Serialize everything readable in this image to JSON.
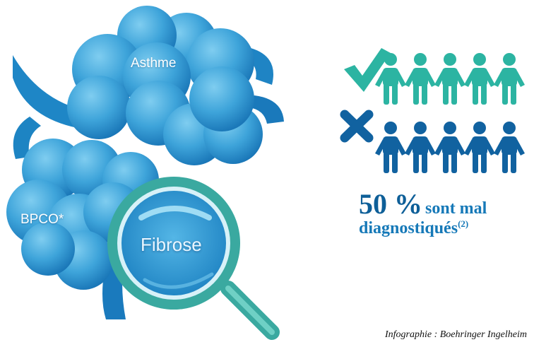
{
  "labels": {
    "asthme": "Asthme",
    "bpco": "BPCO*",
    "fibrose": "Fibrose"
  },
  "people": {
    "correct_count": 5,
    "incorrect_count": 5,
    "check_icon": "check-icon",
    "cross_icon": "cross-icon",
    "person_icon": "person-icon"
  },
  "statistic": {
    "percent": "50 %",
    "text_line1": "sont mal",
    "text_line2": "diagnostiqués",
    "footnote": "(2)"
  },
  "credit": "Infographie : Boehringer Ingelheim",
  "colors": {
    "sphere_blue": "#2e93cf",
    "sphere_light": "#6ec1ea",
    "teal": "#2cb4a2",
    "dark_blue": "#1162a0",
    "stat_blue": "#1679b8",
    "magnifier_teal": "#3aa9a0"
  }
}
